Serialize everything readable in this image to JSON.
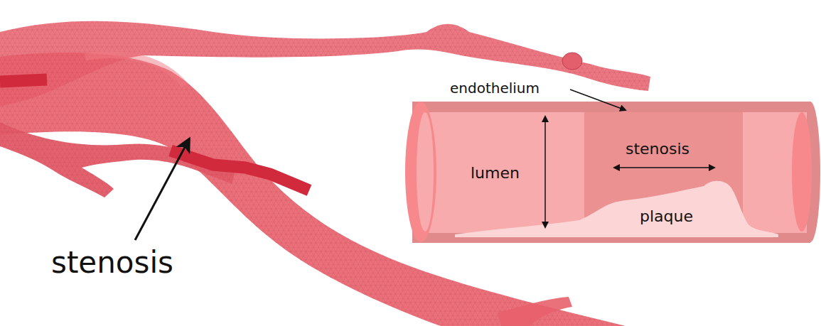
{
  "diagram": {
    "labels": [
      "endothelium",
      "stenosis",
      "lumen",
      "plaque",
      "stenosis"
    ]
  }
}
